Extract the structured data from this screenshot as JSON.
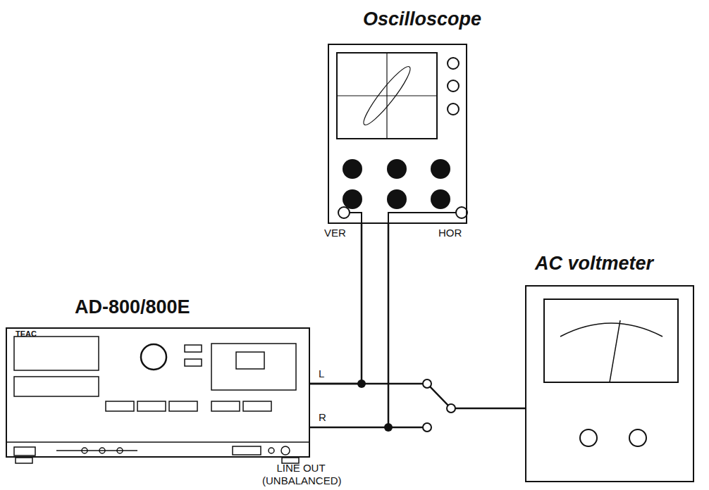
{
  "diagram": {
    "nodes": [
      {
        "text": [
          "Oscilloscope"
        ]
      },
      {
        "text": [
          "AC voltmeter"
        ]
      },
      {
        "text": [
          "AD-800/800E"
        ]
      }
    ],
    "edges": [
      {
        "from": 2,
        "to": 0,
        "arrow": "none"
      },
      {
        "from": 2,
        "to": 0,
        "arrow": "none"
      },
      {
        "from": 2,
        "to": 1,
        "arrow": "none"
      }
    ],
    "labels": [
      "VER",
      "HOR",
      "L",
      "R",
      "LINE OUT (UNBALANCED)",
      "TEAC"
    ]
  }
}
